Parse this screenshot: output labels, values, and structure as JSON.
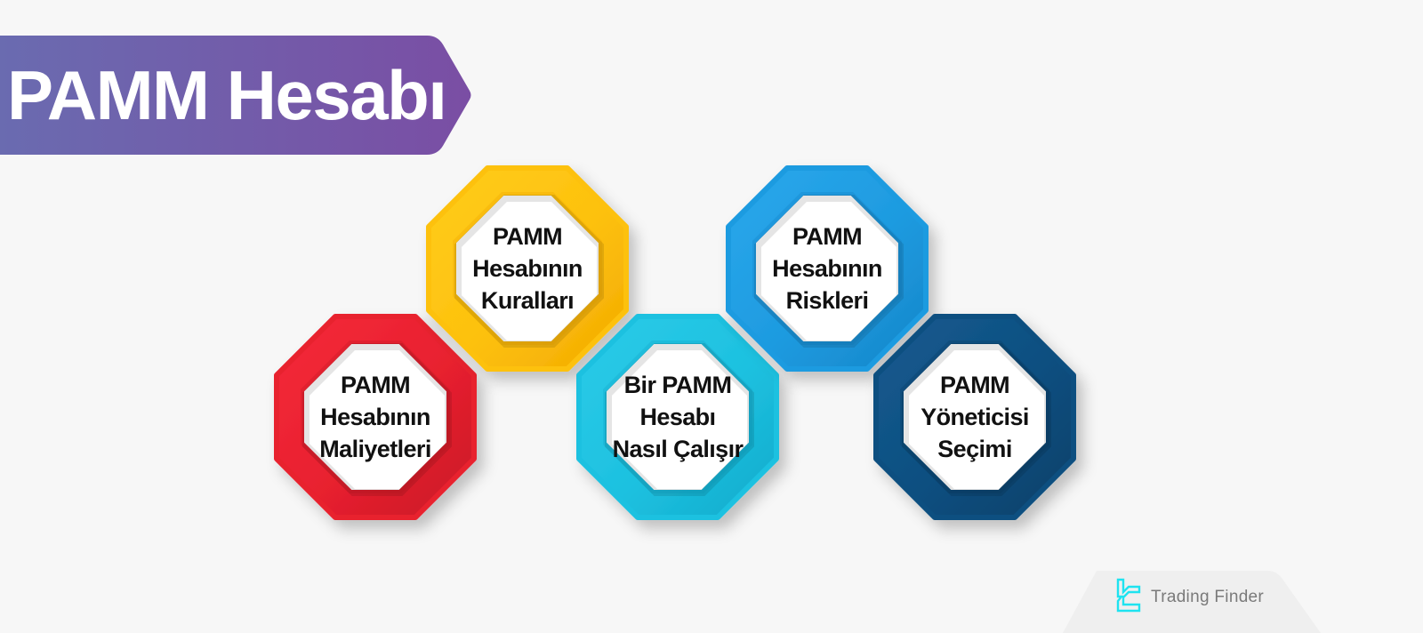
{
  "title": {
    "text": "PAMM Hesabı",
    "gradient_start": "#6a6bb0",
    "gradient_end": "#7a4ea4"
  },
  "items": [
    {
      "id": "costs",
      "lines": [
        "PAMM",
        "Hesabının",
        "Maliyetleri"
      ],
      "color": "#e8202f",
      "color_light": "#f52a3a",
      "color_dark": "#c81a26"
    },
    {
      "id": "rules",
      "lines": [
        "PAMM",
        "Hesabının",
        "Kuralları"
      ],
      "color": "#fdc10e",
      "color_light": "#ffcd1a",
      "color_dark": "#f2a900"
    },
    {
      "id": "how-it-works",
      "lines": [
        "Bir PAMM",
        "Hesabı",
        "Nasıl Çalışır"
      ],
      "color": "#1dc1e0",
      "color_light": "#2ccbe8",
      "color_dark": "#12aacb"
    },
    {
      "id": "risks",
      "lines": [
        "PAMM",
        "Hesabının",
        "Riskleri"
      ],
      "color": "#1e9be0",
      "color_light": "#2aa8ec",
      "color_dark": "#1585c8"
    },
    {
      "id": "manager-selection",
      "lines": [
        "PAMM",
        "Yöneticisi",
        "Seçimi"
      ],
      "color": "#0f4f80",
      "color_light": "#145a90",
      "color_dark": "#0b3f68"
    }
  ],
  "branding": {
    "name": "Trading Finder",
    "icon": "trading-finder-logo-icon",
    "icon_color": "#1ee3f0"
  }
}
